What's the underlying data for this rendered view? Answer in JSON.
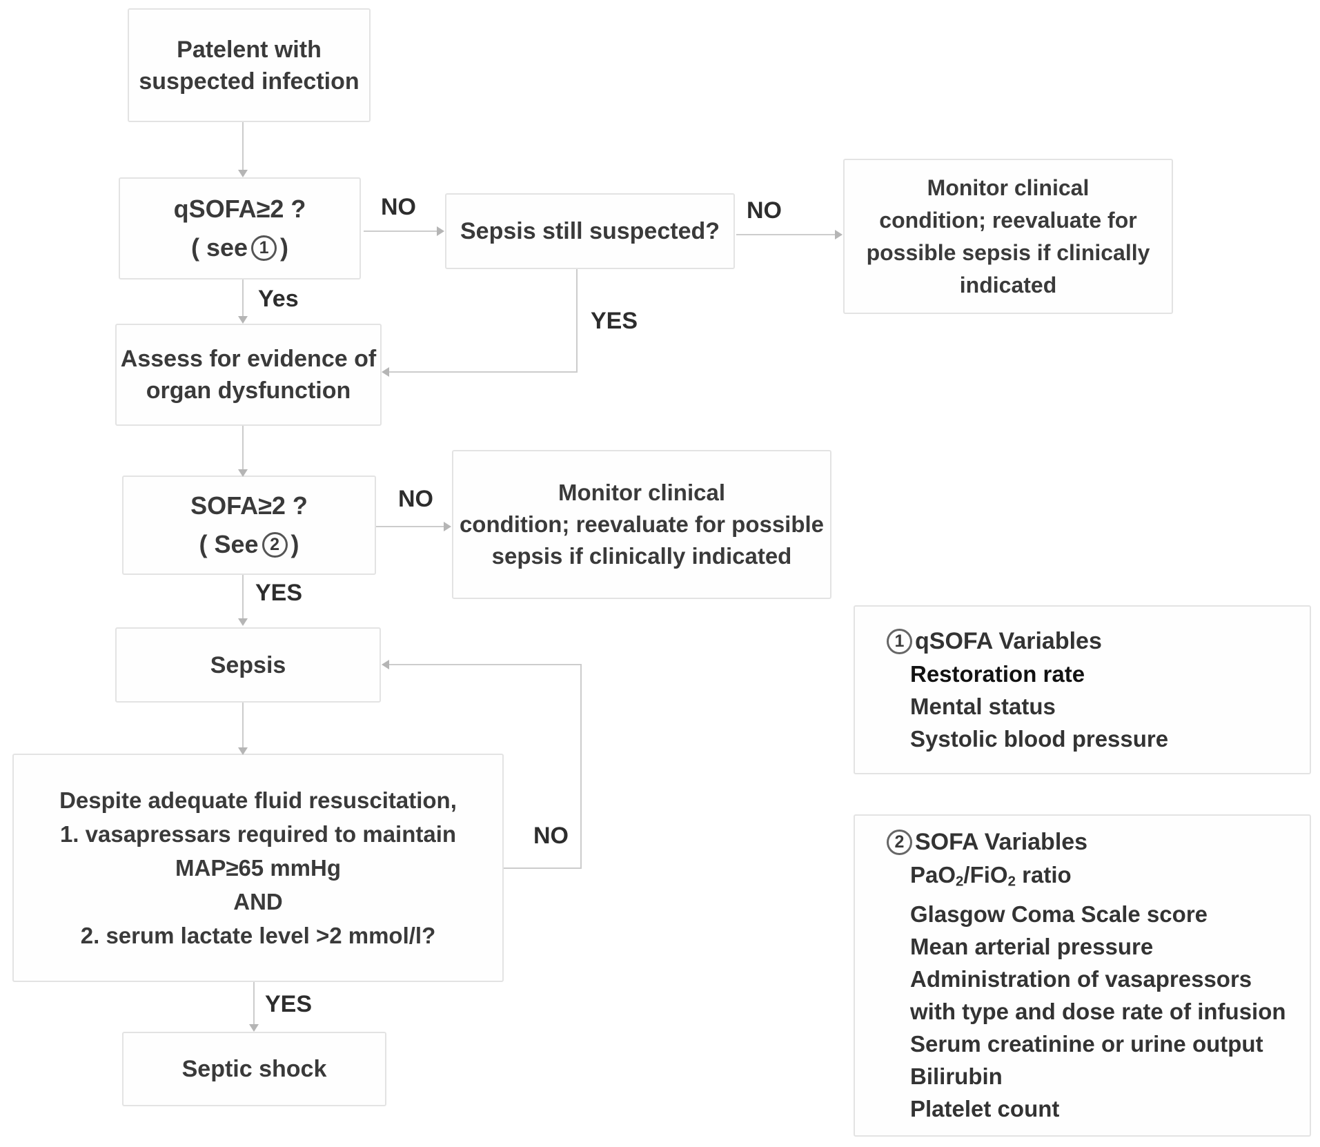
{
  "nodes": {
    "patient": {
      "lines": [
        "Patelent with",
        "suspected infection"
      ]
    },
    "qsofa": {
      "question": "qSOFA≥2 ?",
      "see_prefix": "( see",
      "see_num": "1",
      "see_suffix": " )"
    },
    "sepsis_suspected": {
      "label": "Sepsis still suspected?"
    },
    "monitor_top": {
      "lines": [
        "Monitor clinical",
        "condition; reevaluate for",
        "possible sepsis if clinically",
        "indicated"
      ]
    },
    "assess": {
      "lines": [
        "Assess for evidence of",
        "organ dysfunction"
      ]
    },
    "sofa": {
      "question": "SOFA≥2 ?",
      "see_prefix": "( See",
      "see_num": "2",
      "see_suffix": " )"
    },
    "monitor_mid": {
      "lines": [
        "Monitor clinical",
        "condition; reevaluate for possible",
        "sepsis if clinically indicated"
      ]
    },
    "sepsis": {
      "label": "Sepsis"
    },
    "criteria": {
      "lines": [
        "Despite adequate fluid resuscitation,",
        "1. vasapressars required to maintain",
        "MAP≥65 mmHg",
        "AND",
        "2.  serum lactate level >2 mmol/l?"
      ]
    },
    "septic_shock": {
      "label": "Septic shock"
    }
  },
  "edge_labels": {
    "no1": "NO",
    "no2": "NO",
    "no3": "NO",
    "no4": "NO",
    "yes1": "Yes",
    "yes_loop": "YES",
    "yes2": "YES",
    "yes3": "YES"
  },
  "legend": {
    "qsofa_vars": {
      "num": "1",
      "title": "qSOFA Variables",
      "items": [
        "Restoration rate",
        "Mental status",
        "Systolic blood pressure"
      ]
    },
    "sofa_vars": {
      "num": "2",
      "title": "SOFA Variables",
      "ratio": {
        "p1": "PaO",
        "s1": "2",
        "p2": "/FiO",
        "s2": "2",
        "p3": " ratio"
      },
      "items": [
        "Glasgow Coma Scale score",
        "Mean arterial pressure",
        "Administration of vasapressors",
        "with type and dose rate of infusion",
        "Serum creatinine or urine output",
        "Bilirubin",
        "Platelet count"
      ]
    }
  },
  "colors": {
    "box_border": "#e3e3e3",
    "connector": "#cccccc",
    "text": "#3a3a3a"
  }
}
